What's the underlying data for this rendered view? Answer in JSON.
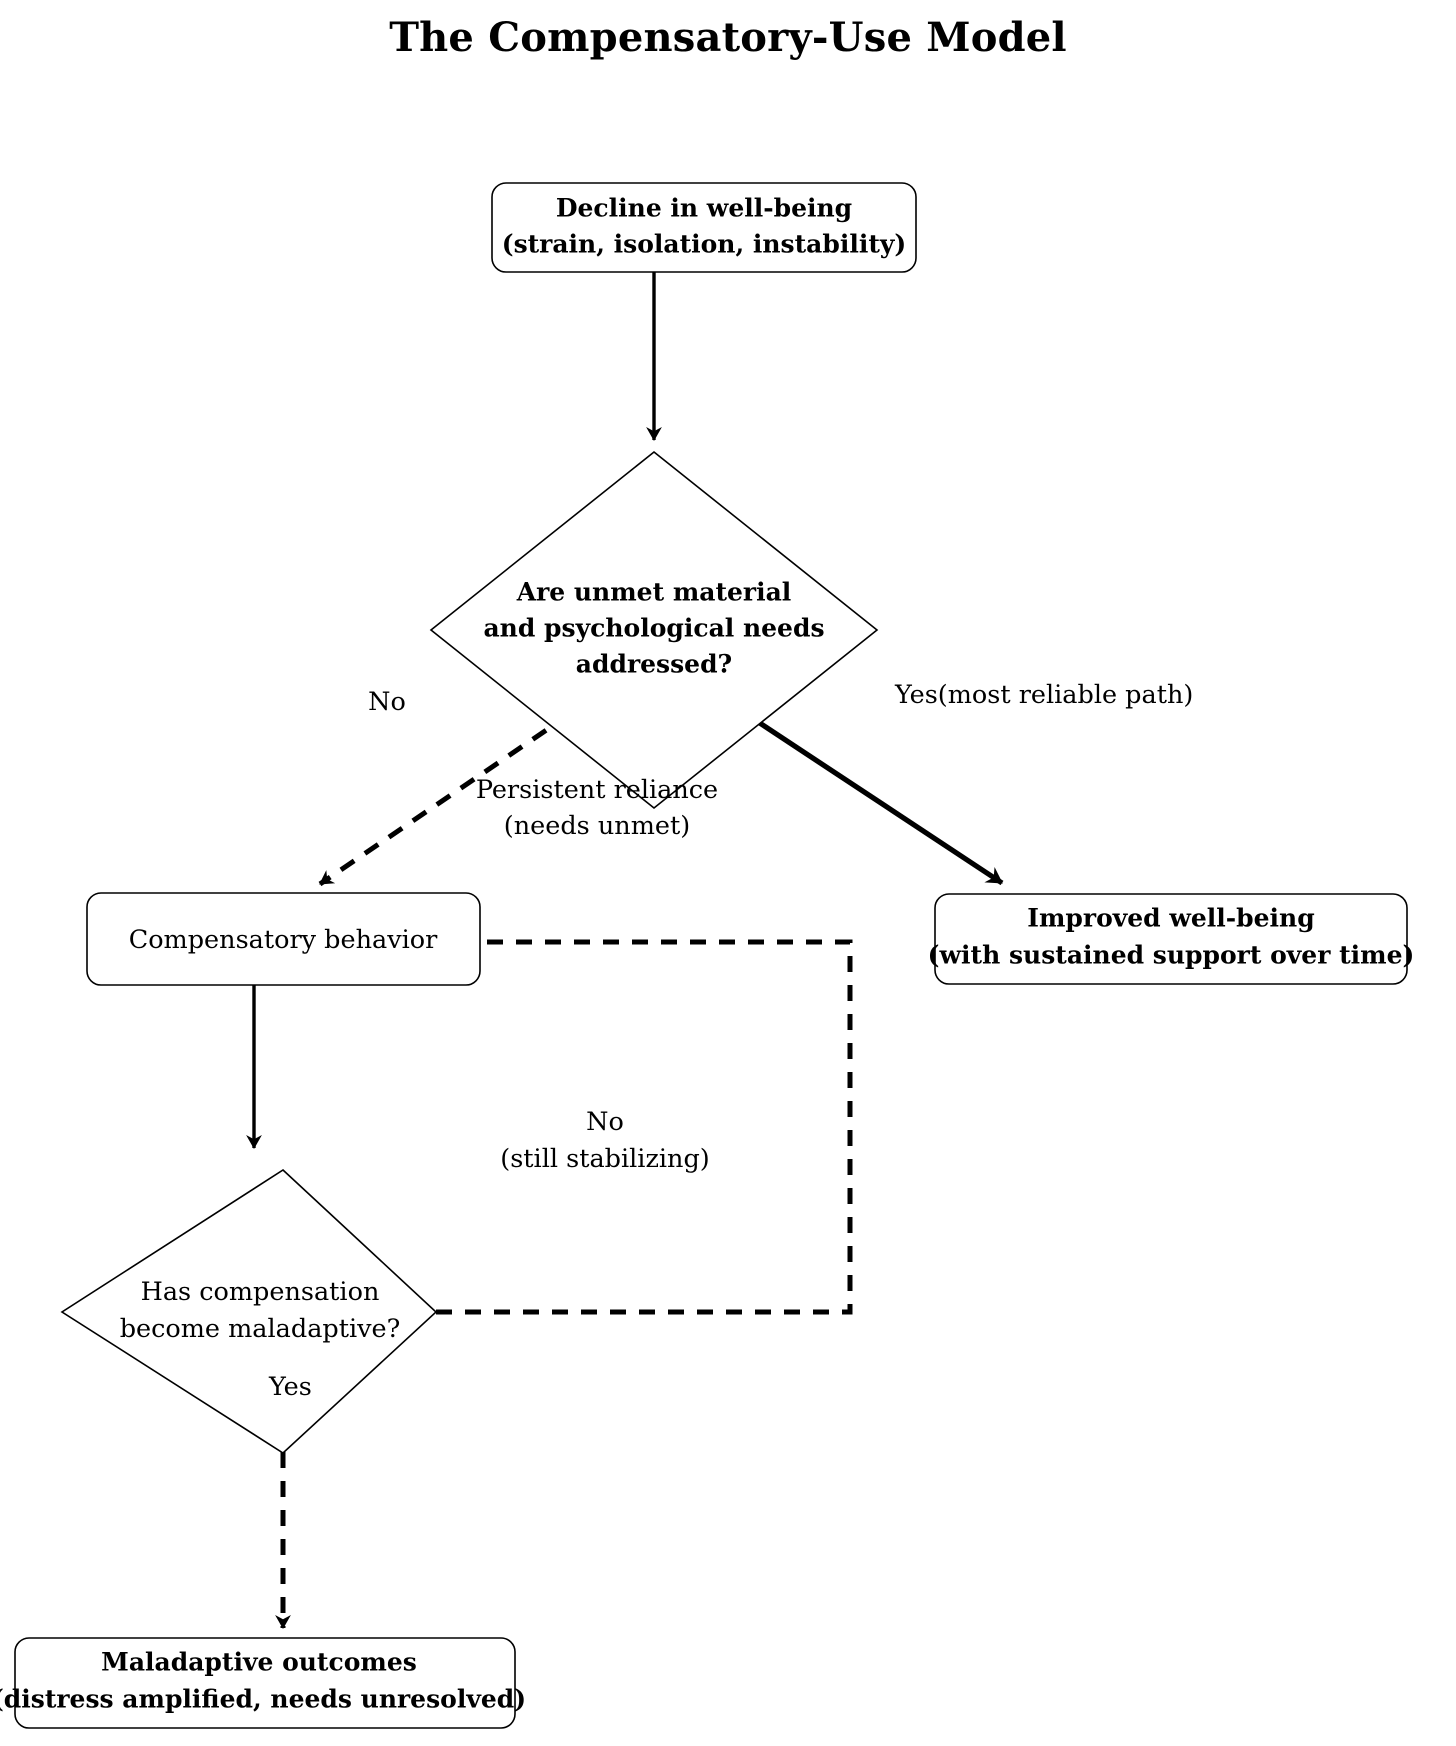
{
  "title": "The Compensatory-Use Model",
  "colors": {
    "background": "#ffffff",
    "stroke": "#000000",
    "text": "#000000"
  },
  "chart_data": {
    "type": "diagram",
    "diagram_kind": "flowchart",
    "title": "The Compensatory-Use Model",
    "nodes": [
      {
        "id": "decline",
        "shape": "rounded-rectangle",
        "lines": [
          "Decline in well-being",
          "(strain, isolation, instability)"
        ],
        "bold": true
      },
      {
        "id": "needs-decision",
        "shape": "diamond",
        "lines": [
          "Are unmet material",
          "and psychological needs",
          "addressed?"
        ],
        "bold": true
      },
      {
        "id": "compensatory-behavior",
        "shape": "rounded-rectangle",
        "lines": [
          "Compensatory behavior"
        ],
        "bold": false
      },
      {
        "id": "improved-wellbeing",
        "shape": "rounded-rectangle",
        "lines": [
          "Improved well-being",
          "(with sustained support over time)"
        ],
        "bold": true
      },
      {
        "id": "maladaptive-decision",
        "shape": "diamond",
        "lines": [
          "Has compensation",
          "become maladaptive?"
        ],
        "bold": false
      },
      {
        "id": "maladaptive-outcomes",
        "shape": "rounded-rectangle",
        "lines": [
          "Maladaptive outcomes",
          "(distress amplified, needs unresolved)"
        ],
        "bold": true
      }
    ],
    "edges": [
      {
        "from": "decline",
        "to": "needs-decision",
        "style": "solid",
        "label": ""
      },
      {
        "from": "needs-decision",
        "to": "compensatory-behavior",
        "style": "dashed",
        "label": "No"
      },
      {
        "from": "needs-decision",
        "to": "improved-wellbeing",
        "style": "solid-thick",
        "label": "Yes(most reliable path)"
      },
      {
        "from": "compensatory-behavior",
        "to": "maladaptive-decision",
        "style": "solid",
        "label": ""
      },
      {
        "from": "maladaptive-decision",
        "to": "compensatory-behavior",
        "style": "dashed",
        "label": "Persistent reliance\n(needs unmet)\nNo\n(still stabilizing)"
      },
      {
        "from": "maladaptive-decision",
        "to": "maladaptive-outcomes",
        "style": "dashed",
        "label": "Yes"
      }
    ]
  },
  "nodes": {
    "decline": {
      "line1": "Decline in well-being",
      "line2": "(strain, isolation, instability)"
    },
    "needs_decision": {
      "line1": "Are unmet material",
      "line2": "and psychological needs",
      "line3": "addressed?"
    },
    "compensatory_behavior": {
      "line1": "Compensatory behavior"
    },
    "improved_wellbeing": {
      "line1": "Improved well-being",
      "line2": "(with sustained support over time)"
    },
    "maladaptive_decision": {
      "line1": "Has compensation",
      "line2": "become maladaptive?"
    },
    "maladaptive_outcomes": {
      "line1": "Maladaptive outcomes",
      "line2": "(distress amplified, needs unresolved)"
    }
  },
  "edge_labels": {
    "no_needs": "No",
    "yes_needs": "Yes(most reliable path)",
    "persistent_line1": "Persistent reliance",
    "persistent_line2": "(needs unmet)",
    "no_still_line1": "No",
    "no_still_line2": "(still stabilizing)",
    "yes_maladaptive": "Yes"
  }
}
